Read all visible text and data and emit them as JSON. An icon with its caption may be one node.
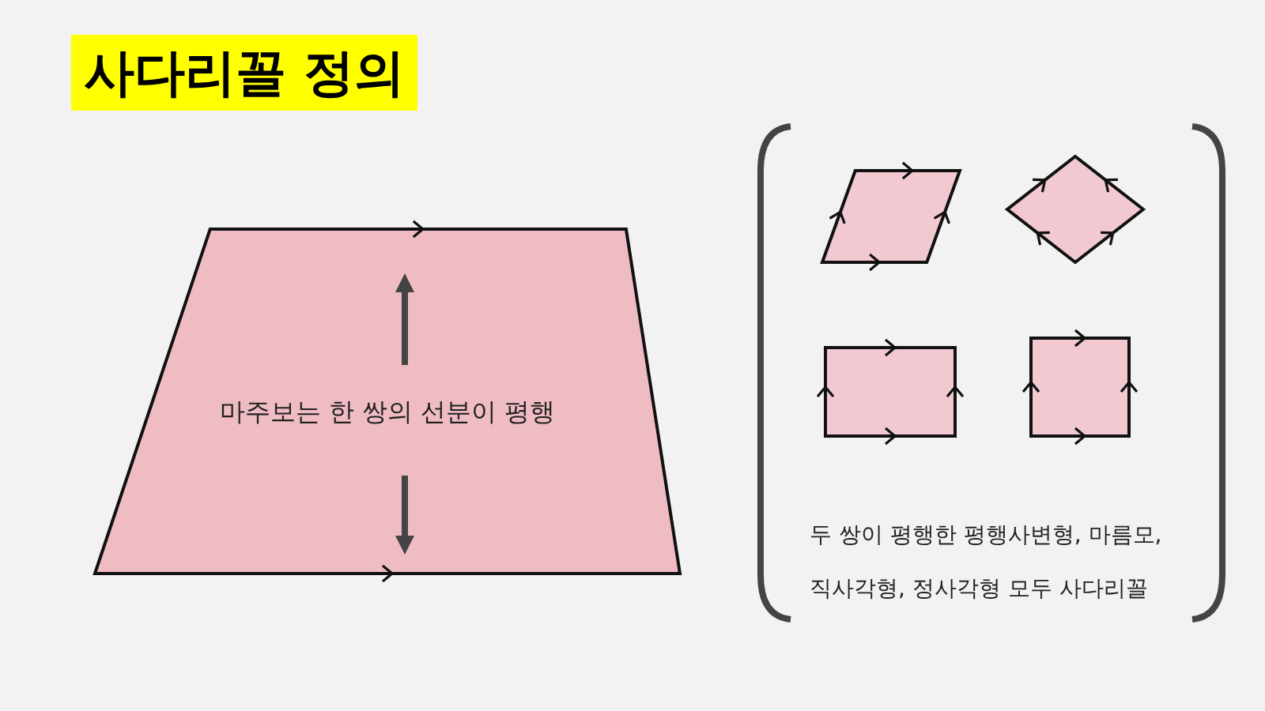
{
  "diagram": {
    "title": "사다리꼴 정의",
    "nodes": [
      {
        "text": [
          "마주보는 한 쌍의 선분이 평행"
        ]
      },
      {
        "text": [],
        "shape": "parallelogram"
      },
      {
        "text": [],
        "shape": "diamond"
      },
      {
        "text": [],
        "shape": "box"
      },
      {
        "text": [],
        "shape": "box"
      }
    ],
    "labels": [
      "두 쌍이 평행한 평행사변형, 마름모, 직사각형, 정사각형 모두 사다리꼴"
    ]
  }
}
